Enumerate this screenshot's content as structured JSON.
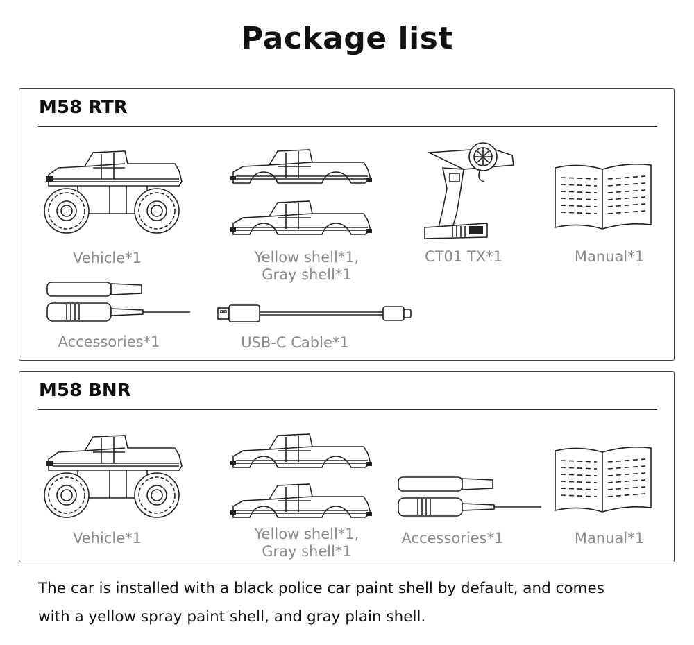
{
  "title": "Package list",
  "rtr": {
    "heading": "M58 RTR",
    "vehicle": "Vehicle*1",
    "shells_line1": "Yellow shell*1,",
    "shells_line2": "Gray shell*1",
    "transmitter": "CT01 TX*1",
    "manual": "Manual*1",
    "accessories": "Accessories*1",
    "cable": "USB-C Cable*1"
  },
  "bnr": {
    "heading": "M58 BNR",
    "vehicle": "Vehicle*1",
    "shells_line1": "Yellow shell*1,",
    "shells_line2": "Gray shell*1",
    "accessories": "Accessories*1",
    "manual": "Manual*1"
  },
  "note": {
    "line1": "The car is installed with a black police car paint shell by default, and comes",
    "line2": "with a yellow spray paint shell, and gray plain shell."
  },
  "colors": {
    "caption": "#8a8a8a",
    "line": "#222222",
    "border": "#444444"
  }
}
